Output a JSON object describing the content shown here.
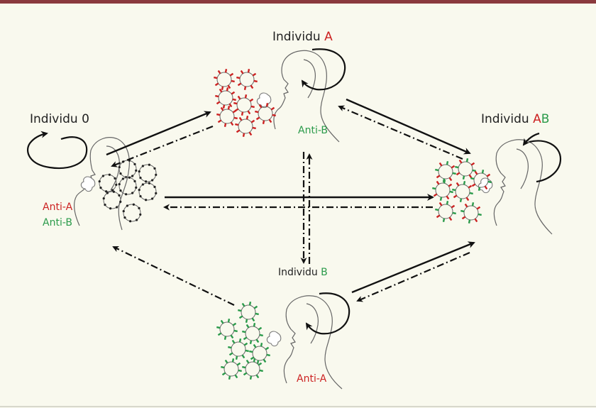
{
  "colors": {
    "top_bar": "#8b3a3e",
    "antigen_a": "#cc2222",
    "antigen_b": "#2a9a4a",
    "line": "#111111",
    "outline": "#555555"
  },
  "individuals": {
    "o": {
      "prefix": "Individu ",
      "letters": "0",
      "antibodies": [
        "Anti-A",
        "Anti-B"
      ]
    },
    "a": {
      "prefix": "Individu ",
      "letters": "A",
      "antibodies": [
        "Anti-B"
      ]
    },
    "ab": {
      "prefix": "Individu ",
      "letter_a": "A",
      "letter_b": "B",
      "antibodies": []
    },
    "b": {
      "prefix": "Individu ",
      "letters": "B",
      "antibodies": [
        "Anti-A"
      ]
    }
  },
  "icons": [
    "head-outline-icon",
    "rotation-arrow-icon",
    "breath-puff-icon",
    "red-blood-cell-icon",
    "solid-arrow-icon",
    "dash-dot-arrow-icon"
  ]
}
